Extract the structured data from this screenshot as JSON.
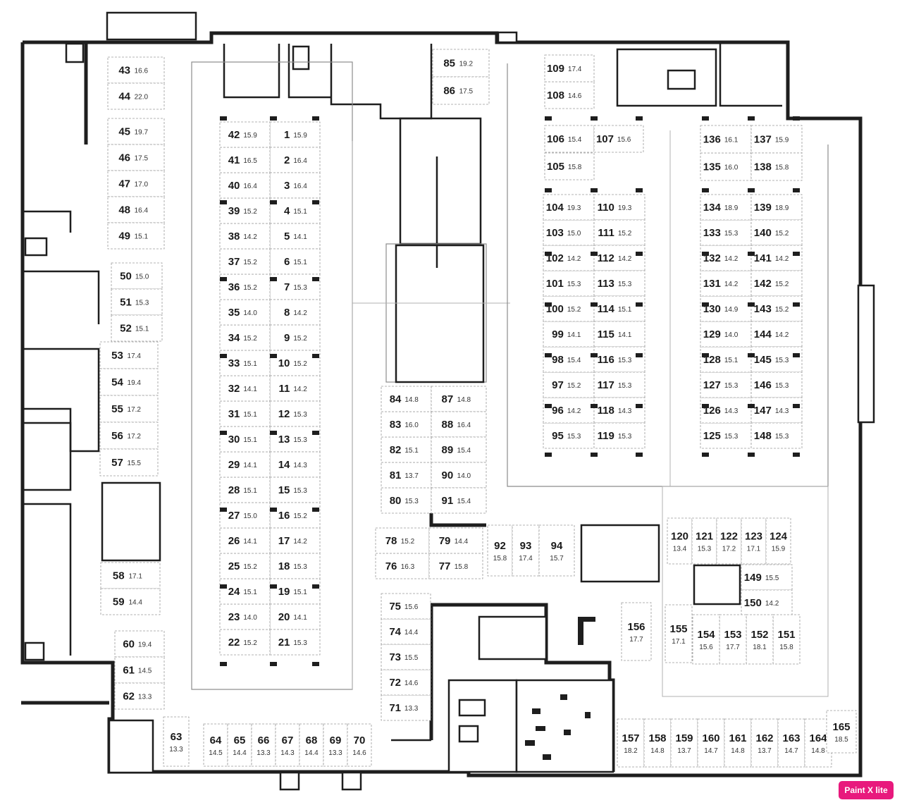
{
  "watermark": "Paint X lite",
  "spots": [
    {
      "n": "1",
      "a": "15.9"
    },
    {
      "n": "2",
      "a": "16.4"
    },
    {
      "n": "3",
      "a": "16.4"
    },
    {
      "n": "4",
      "a": "15.1"
    },
    {
      "n": "5",
      "a": "14.1"
    },
    {
      "n": "6",
      "a": "15.1"
    },
    {
      "n": "7",
      "a": "15.3"
    },
    {
      "n": "8",
      "a": "14.2"
    },
    {
      "n": "9",
      "a": "15.2"
    },
    {
      "n": "10",
      "a": "15.2"
    },
    {
      "n": "11",
      "a": "14.2"
    },
    {
      "n": "12",
      "a": "15.3"
    },
    {
      "n": "13",
      "a": "15.3"
    },
    {
      "n": "14",
      "a": "14.3"
    },
    {
      "n": "15",
      "a": "15.3"
    },
    {
      "n": "16",
      "a": "15.2"
    },
    {
      "n": "17",
      "a": "14.2"
    },
    {
      "n": "18",
      "a": "15.3"
    },
    {
      "n": "19",
      "a": "15.1"
    },
    {
      "n": "20",
      "a": "14.1"
    },
    {
      "n": "21",
      "a": "15.3"
    },
    {
      "n": "22",
      "a": "15.2"
    },
    {
      "n": "23",
      "a": "14.0"
    },
    {
      "n": "24",
      "a": "15.1"
    },
    {
      "n": "25",
      "a": "15.2"
    },
    {
      "n": "26",
      "a": "14.1"
    },
    {
      "n": "27",
      "a": "15.0"
    },
    {
      "n": "28",
      "a": "15.1"
    },
    {
      "n": "29",
      "a": "14.1"
    },
    {
      "n": "30",
      "a": "15.1"
    },
    {
      "n": "31",
      "a": "15.1"
    },
    {
      "n": "32",
      "a": "14.1"
    },
    {
      "n": "33",
      "a": "15.1"
    },
    {
      "n": "34",
      "a": "15.2"
    },
    {
      "n": "35",
      "a": "14.0"
    },
    {
      "n": "36",
      "a": "15.2"
    },
    {
      "n": "37",
      "a": "15.2"
    },
    {
      "n": "38",
      "a": "14.2"
    },
    {
      "n": "39",
      "a": "15.2"
    },
    {
      "n": "40",
      "a": "16.4"
    },
    {
      "n": "41",
      "a": "16.5"
    },
    {
      "n": "42",
      "a": "15.9"
    },
    {
      "n": "43",
      "a": "16.6"
    },
    {
      "n": "44",
      "a": "22.0"
    },
    {
      "n": "45",
      "a": "19.7"
    },
    {
      "n": "46",
      "a": "17.5"
    },
    {
      "n": "47",
      "a": "17.0"
    },
    {
      "n": "48",
      "a": "16.4"
    },
    {
      "n": "49",
      "a": "15.1"
    },
    {
      "n": "50",
      "a": "15.0"
    },
    {
      "n": "51",
      "a": "15.3"
    },
    {
      "n": "52",
      "a": "15.1"
    },
    {
      "n": "53",
      "a": "17.4"
    },
    {
      "n": "54",
      "a": "19.4"
    },
    {
      "n": "55",
      "a": "17.2"
    },
    {
      "n": "56",
      "a": "17.2"
    },
    {
      "n": "57",
      "a": "15.5"
    },
    {
      "n": "58",
      "a": "17.1"
    },
    {
      "n": "59",
      "a": "14.4"
    },
    {
      "n": "60",
      "a": "19.4"
    },
    {
      "n": "61",
      "a": "14.5"
    },
    {
      "n": "62",
      "a": "13.3"
    },
    {
      "n": "63",
      "a": "13.3"
    },
    {
      "n": "64",
      "a": "14.5"
    },
    {
      "n": "65",
      "a": "14.4"
    },
    {
      "n": "66",
      "a": "13.3"
    },
    {
      "n": "67",
      "a": "14.3"
    },
    {
      "n": "68",
      "a": "14.4"
    },
    {
      "n": "69",
      "a": "13.3"
    },
    {
      "n": "70",
      "a": "14.6"
    },
    {
      "n": "71",
      "a": "13.3"
    },
    {
      "n": "72",
      "a": "14.6"
    },
    {
      "n": "73",
      "a": "15.5"
    },
    {
      "n": "74",
      "a": "14.4"
    },
    {
      "n": "75",
      "a": "15.6"
    },
    {
      "n": "76",
      "a": "16.3"
    },
    {
      "n": "77",
      "a": "15.8"
    },
    {
      "n": "78",
      "a": "15.2"
    },
    {
      "n": "79",
      "a": "14.4"
    },
    {
      "n": "80",
      "a": "15.3"
    },
    {
      "n": "81",
      "a": "13.7"
    },
    {
      "n": "82",
      "a": "15.1"
    },
    {
      "n": "83",
      "a": "16.0"
    },
    {
      "n": "84",
      "a": "14.8"
    },
    {
      "n": "85",
      "a": "19.2"
    },
    {
      "n": "86",
      "a": "17.5"
    },
    {
      "n": "87",
      "a": "14.8"
    },
    {
      "n": "88",
      "a": "16.4"
    },
    {
      "n": "89",
      "a": "15.4"
    },
    {
      "n": "90",
      "a": "14.0"
    },
    {
      "n": "91",
      "a": "15.4"
    },
    {
      "n": "92",
      "a": "15.8"
    },
    {
      "n": "93",
      "a": "17.4"
    },
    {
      "n": "94",
      "a": "15.7"
    },
    {
      "n": "95",
      "a": "15.3"
    },
    {
      "n": "96",
      "a": "14.2"
    },
    {
      "n": "97",
      "a": "15.2"
    },
    {
      "n": "98",
      "a": "15.4"
    },
    {
      "n": "99",
      "a": "14.1"
    },
    {
      "n": "100",
      "a": "15.2"
    },
    {
      "n": "101",
      "a": "15.3"
    },
    {
      "n": "102",
      "a": "14.2"
    },
    {
      "n": "103",
      "a": "15.0"
    },
    {
      "n": "104",
      "a": "19.3"
    },
    {
      "n": "105",
      "a": "15.8"
    },
    {
      "n": "106",
      "a": "15.4"
    },
    {
      "n": "107",
      "a": "15.6"
    },
    {
      "n": "108",
      "a": "14.6"
    },
    {
      "n": "109",
      "a": "17.4"
    },
    {
      "n": "110",
      "a": "19.3"
    },
    {
      "n": "111",
      "a": "15.2"
    },
    {
      "n": "112",
      "a": "14.2"
    },
    {
      "n": "113",
      "a": "15.3"
    },
    {
      "n": "114",
      "a": "15.1"
    },
    {
      "n": "115",
      "a": "14.1"
    },
    {
      "n": "116",
      "a": "15.3"
    },
    {
      "n": "117",
      "a": "15.3"
    },
    {
      "n": "118",
      "a": "14.3"
    },
    {
      "n": "119",
      "a": "15.3"
    },
    {
      "n": "120",
      "a": "13.4"
    },
    {
      "n": "121",
      "a": "15.3"
    },
    {
      "n": "122",
      "a": "17.2"
    },
    {
      "n": "123",
      "a": "17.1"
    },
    {
      "n": "124",
      "a": "15.9"
    },
    {
      "n": "125",
      "a": "15.3"
    },
    {
      "n": "126",
      "a": "14.3"
    },
    {
      "n": "127",
      "a": "15.3"
    },
    {
      "n": "128",
      "a": "15.1"
    },
    {
      "n": "129",
      "a": "14.0"
    },
    {
      "n": "130",
      "a": "14.9"
    },
    {
      "n": "131",
      "a": "14.2"
    },
    {
      "n": "132",
      "a": "14.2"
    },
    {
      "n": "133",
      "a": "15.3"
    },
    {
      "n": "134",
      "a": "18.9"
    },
    {
      "n": "135",
      "a": "16.0"
    },
    {
      "n": "136",
      "a": "16.1"
    },
    {
      "n": "137",
      "a": "15.9"
    },
    {
      "n": "138",
      "a": "15.8"
    },
    {
      "n": "139",
      "a": "18.9"
    },
    {
      "n": "140",
      "a": "15.2"
    },
    {
      "n": "141",
      "a": "14.2"
    },
    {
      "n": "142",
      "a": "15.2"
    },
    {
      "n": "143",
      "a": "15.2"
    },
    {
      "n": "144",
      "a": "14.2"
    },
    {
      "n": "145",
      "a": "15.3"
    },
    {
      "n": "146",
      "a": "15.3"
    },
    {
      "n": "147",
      "a": "14.3"
    },
    {
      "n": "148",
      "a": "15.3"
    },
    {
      "n": "149",
      "a": "15.5"
    },
    {
      "n": "150",
      "a": "14.2"
    },
    {
      "n": "151",
      "a": "15.8"
    },
    {
      "n": "152",
      "a": "18.1"
    },
    {
      "n": "153",
      "a": "17.7"
    },
    {
      "n": "154",
      "a": "15.6"
    },
    {
      "n": "155",
      "a": "17.1"
    },
    {
      "n": "156",
      "a": "17.7"
    },
    {
      "n": "157",
      "a": "18.2"
    },
    {
      "n": "158",
      "a": "14.8"
    },
    {
      "n": "159",
      "a": "13.7"
    },
    {
      "n": "160",
      "a": "14.7"
    },
    {
      "n": "161",
      "a": "14.8"
    },
    {
      "n": "162",
      "a": "13.7"
    },
    {
      "n": "163",
      "a": "14.7"
    },
    {
      "n": "164",
      "a": "14.8"
    },
    {
      "n": "165",
      "a": "18.5"
    }
  ]
}
